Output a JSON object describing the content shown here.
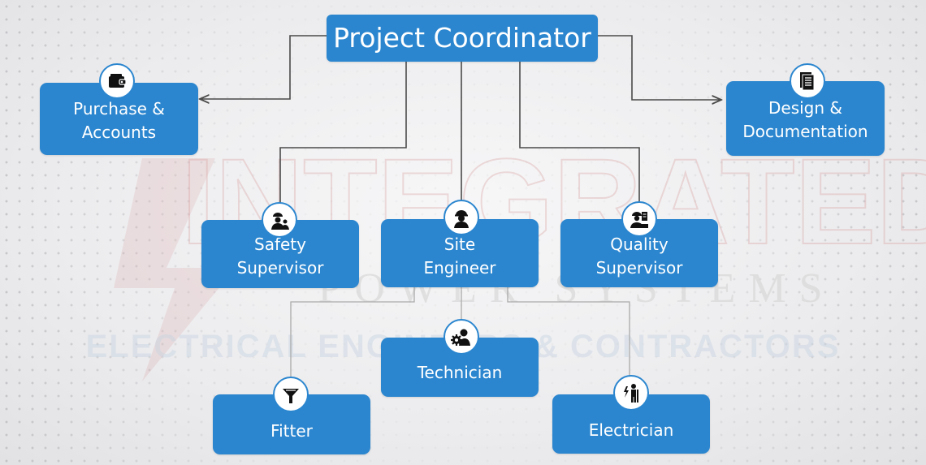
{
  "root": {
    "label": "Project Coordinator"
  },
  "nodes": {
    "purchase": {
      "label": "Purchase &\nAccounts",
      "icon": "wallet-icon"
    },
    "design": {
      "label": "Design &\nDocumentation",
      "icon": "documents-icon"
    },
    "safety": {
      "label": "Safety\nSupervisor",
      "icon": "safety-workers-icon"
    },
    "site": {
      "label": "Site\nEngineer",
      "icon": "engineer-icon"
    },
    "quality": {
      "label": "Quality\nSupervisor",
      "icon": "inspector-icon"
    },
    "technician": {
      "label": "Technician",
      "icon": "technician-icon"
    },
    "fitter": {
      "label": "Fitter",
      "icon": "funnel-icon"
    },
    "electrician": {
      "label": "Electrician",
      "icon": "electrician-icon"
    }
  },
  "watermark": {
    "word1": "INTEGRATED",
    "word2": "POWER SYSTEMS",
    "tagline": "ELECTRICAL ENGINEERS & CONTRACTORS"
  },
  "colors": {
    "box": "#2b86cf",
    "line": "#4a4a4a",
    "watermark_red": "#d9a0a0",
    "watermark_blue": "#b9c7d9"
  }
}
